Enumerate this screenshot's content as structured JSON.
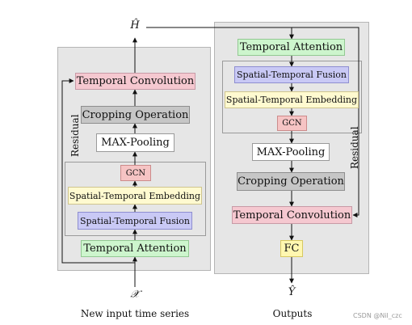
{
  "symbols": {
    "h_hat": "Ĥ",
    "x_input": "𝒳",
    "y_hat": "Ŷ"
  },
  "left": {
    "residual_label": "Residual",
    "temporal_convolution": "Temporal Convolution",
    "cropping_operation": "Cropping Operation",
    "max_pooling": "MAX-Pooling",
    "gcn": "GCN",
    "spatial_temporal_embedding": "Spatial-Temporal Embedding",
    "spatial_temporal_fusion": "Spatial-Temporal Fusion",
    "temporal_attention": "Temporal Attention",
    "caption": "New input time series"
  },
  "right": {
    "residual_label": "Residual",
    "temporal_attention": "Temporal Attention",
    "spatial_temporal_fusion": "Spatial-Temporal Fusion",
    "spatial_temporal_embedding": "Spatial-Temporal Embedding",
    "gcn": "GCN",
    "max_pooling": "MAX-Pooling",
    "cropping_operation": "Cropping Operation",
    "temporal_convolution": "Temporal Convolution",
    "fc": "FC",
    "caption": "Outputs"
  },
  "watermark": "CSDN @Nil_czc"
}
